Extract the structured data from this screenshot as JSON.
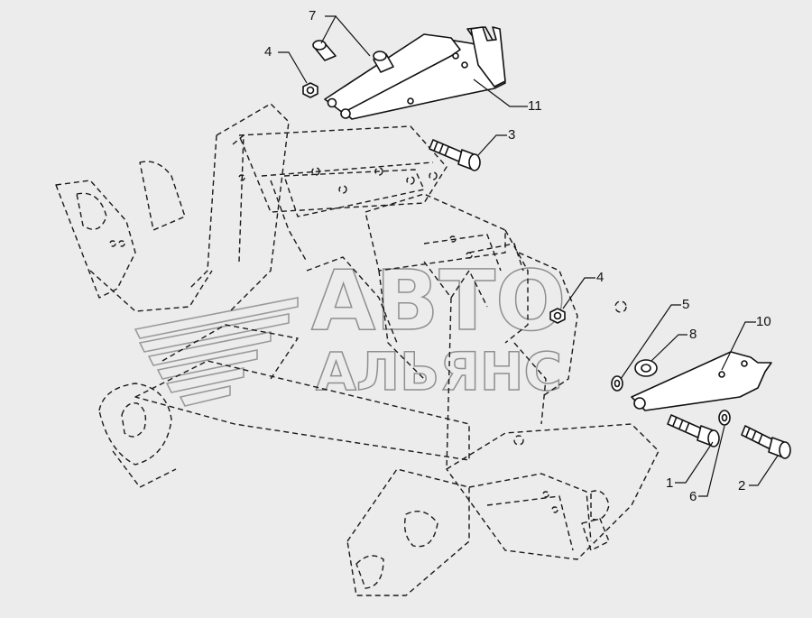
{
  "background": "#ececec",
  "watermark": {
    "line1": "АВТО",
    "line2": "АЛЬЯНС",
    "color": "#8f8f8f"
  },
  "callouts": [
    {
      "id": "c7",
      "label": "7"
    },
    {
      "id": "c4a",
      "label": "4"
    },
    {
      "id": "c11",
      "label": "11"
    },
    {
      "id": "c3",
      "label": "3"
    },
    {
      "id": "c4b",
      "label": "4"
    },
    {
      "id": "c5",
      "label": "5"
    },
    {
      "id": "c8",
      "label": "8"
    },
    {
      "id": "c10",
      "label": "10"
    },
    {
      "id": "c1",
      "label": "1"
    },
    {
      "id": "c6",
      "label": "6"
    },
    {
      "id": "c2",
      "label": "2"
    }
  ]
}
